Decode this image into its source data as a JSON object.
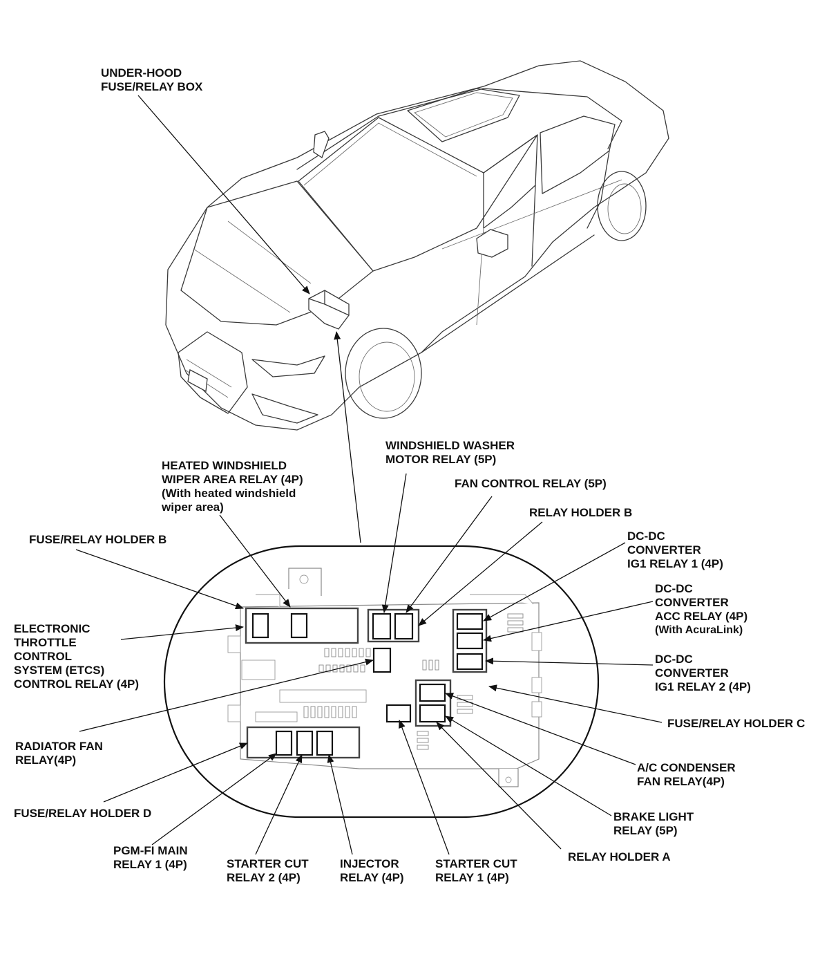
{
  "labels": {
    "under_hood_box": [
      "UNDER-HOOD",
      "FUSE/RELAY BOX"
    ],
    "heated_wiper_relay": [
      "HEATED WINDSHIELD",
      "WIPER AREA RELAY (4P)",
      "(With heated windshield",
      "wiper area)"
    ],
    "washer_motor_relay": [
      "WINDSHIELD WASHER",
      "MOTOR RELAY (5P)"
    ],
    "fan_control_relay": [
      "FAN CONTROL RELAY (5P)"
    ],
    "relay_holder_b": [
      "RELAY HOLDER B"
    ],
    "fuse_relay_holder_b": [
      "FUSE/RELAY HOLDER B"
    ],
    "dcdc_ig1_relay_1": [
      "DC-DC",
      "CONVERTER",
      "IG1 RELAY 1 (4P)"
    ],
    "dcdc_acc_relay": [
      "DC-DC",
      "CONVERTER",
      "ACC RELAY (4P)",
      "(With AcuraLink)"
    ],
    "etcs_relay": [
      "ELECTRONIC",
      "THROTTLE",
      "CONTROL",
      "SYSTEM (ETCS)",
      "CONTROL RELAY (4P)"
    ],
    "dcdc_ig1_relay_2": [
      "DC-DC",
      "CONVERTER",
      "IG1 RELAY 2 (4P)"
    ],
    "fuse_relay_holder_c": [
      "FUSE/RELAY HOLDER C"
    ],
    "radiator_fan_relay": [
      "RADIATOR FAN",
      "RELAY(4P)"
    ],
    "ac_condenser_relay": [
      "A/C CONDENSER",
      "FAN RELAY(4P)"
    ],
    "fuse_relay_holder_d": [
      "FUSE/RELAY HOLDER D"
    ],
    "brake_light_relay": [
      "BRAKE LIGHT",
      "RELAY (5P)"
    ],
    "pgm_fi_main_relay": [
      "PGM-FI MAIN",
      "RELAY 1 (4P)"
    ],
    "starter_cut_relay_2": [
      "STARTER CUT",
      "RELAY 2 (4P)"
    ],
    "injector_relay": [
      "INJECTOR",
      "RELAY (4P)"
    ],
    "starter_cut_relay_1": [
      "STARTER CUT",
      "RELAY 1 (4P)"
    ],
    "relay_holder_a": [
      "RELAY HOLDER A"
    ]
  }
}
